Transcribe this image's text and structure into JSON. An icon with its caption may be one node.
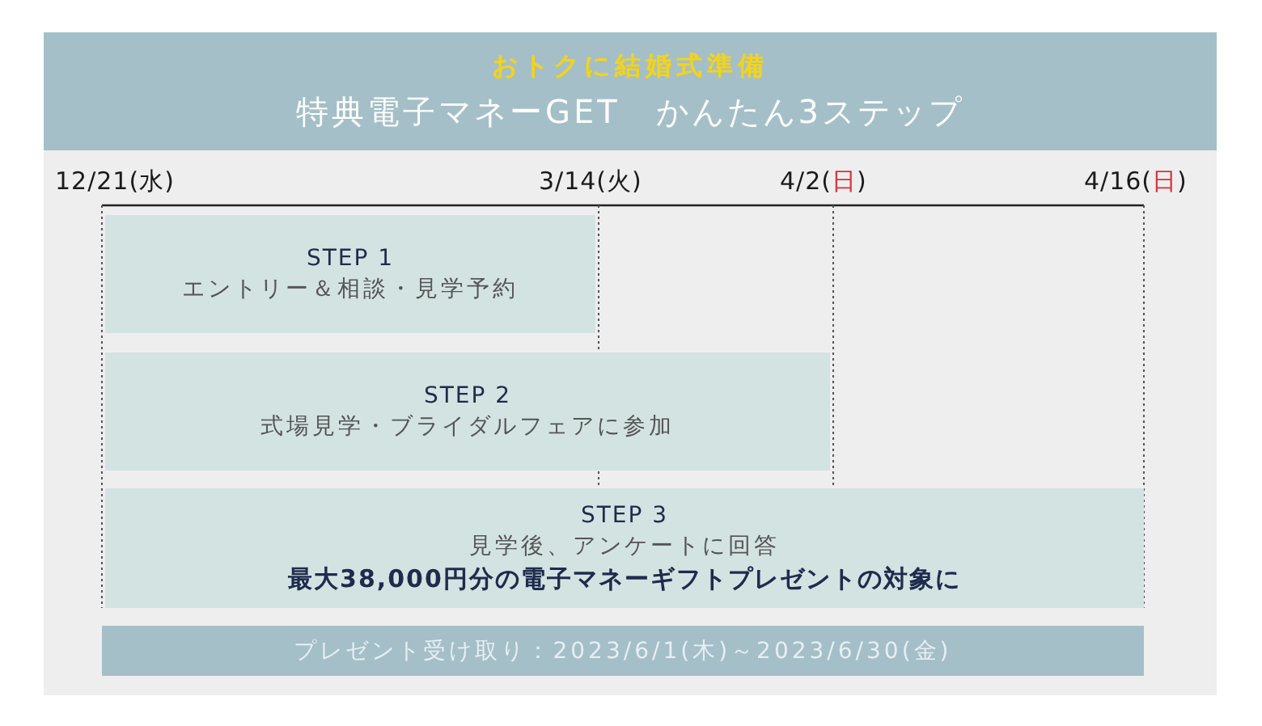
{
  "diagram": {
    "nodes": [
      {
        "text": [
          "おトクに結婚式準備",
          "特典電子マネーGET　かんたん3ステップ"
        ]
      },
      {
        "text": [
          "STEP 1",
          "エントリー＆相談・見学予約"
        ]
      },
      {
        "text": [
          "STEP 2",
          "式場見学・ブライダルフェアに参加"
        ]
      },
      {
        "text": [
          "STEP 3",
          "見学後、アンケートに回答",
          "最大38,000円分の電子マネーギフトプレゼントの対象に"
        ]
      },
      {
        "text": [
          "プレゼント受け取り：2023/6/1(木)～2023/6/30(金)"
        ]
      }
    ],
    "labels": [
      "12/21(水)",
      "3/14(火)",
      "4/2(日)",
      "4/16(日)"
    ]
  }
}
